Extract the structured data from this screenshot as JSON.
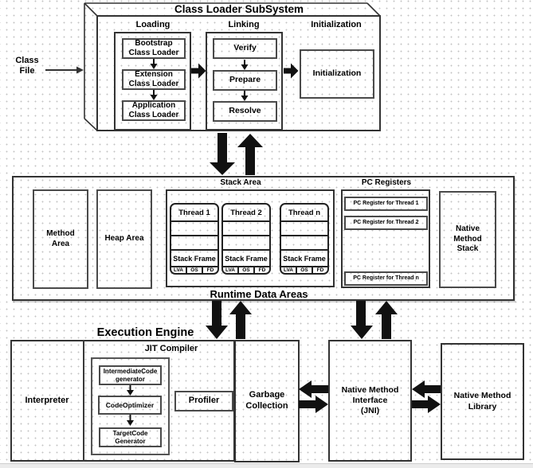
{
  "class_file": {
    "label": "Class\nFile"
  },
  "class_loader": {
    "title": "Class Loader SubSystem",
    "loading": {
      "label": "Loading",
      "items": [
        {
          "label": "Bootstrap\nClass Loader"
        },
        {
          "label": "Extension\nClass Loader"
        },
        {
          "label": "Application\nClass Loader"
        }
      ]
    },
    "linking": {
      "label": "Linking",
      "items": [
        {
          "label": "Verify"
        },
        {
          "label": "Prepare"
        },
        {
          "label": "Resolve"
        }
      ]
    },
    "initialization": {
      "label": "Initialization",
      "box_label": "Initialization"
    }
  },
  "runtime": {
    "title": "Runtime Data Areas",
    "method_area": {
      "label": "Method\nArea"
    },
    "heap_area": {
      "label": "Heap Area"
    },
    "stack_area": {
      "label": "Stack Area",
      "threads": [
        {
          "title": "Thread 1",
          "frame_label": "Stack Frame",
          "cells": [
            "LVA",
            "OS",
            "FD"
          ]
        },
        {
          "title": "Thread 2",
          "frame_label": "Stack Frame",
          "cells": [
            "LVA",
            "OS",
            "FD"
          ]
        },
        {
          "title": "Thread n",
          "frame_label": "Stack Frame",
          "cells": [
            "LVA",
            "OS",
            "FD"
          ]
        }
      ]
    },
    "pc_registers": {
      "label": "PC Registers",
      "items": [
        {
          "label": "PC Register for Thread 1"
        },
        {
          "label": "PC Register for Thread 2"
        },
        {
          "label": "PC Register for Thread n"
        }
      ]
    },
    "native_method_stack": {
      "label": "Native\nMethod\nStack"
    }
  },
  "execution_engine": {
    "title": "Execution Engine",
    "interpreter": {
      "label": "Interpreter"
    },
    "jit_compiler": {
      "label": "JIT Compiler",
      "stages": [
        {
          "label": "IntermediateCode\ngenerator"
        },
        {
          "label": "CodeOptimizer"
        },
        {
          "label": "TargetCode\nGenerator"
        }
      ],
      "profiler": {
        "label": "Profiler"
      }
    },
    "garbage_collection": {
      "label": "Garbage\nCollection"
    }
  },
  "native_method_interface": {
    "label": "Native Method\nInterface\n(JNI)"
  },
  "native_method_library": {
    "label": "Native Method\nLibrary"
  },
  "colors": {
    "ink": "#000000",
    "border": "#3c3c3c",
    "background": "#ffffff"
  }
}
